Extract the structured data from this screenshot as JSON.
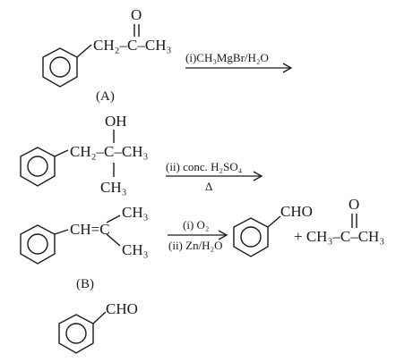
{
  "step1": {
    "chain": "CH₂–C–CH₃",
    "carbonyl_o": "O",
    "label": "(A)",
    "reagent": "(i)CH₃MgBr/H₂O"
  },
  "step2": {
    "oh": "OH",
    "chain": "CH₂–C–CH₃",
    "methyl": "CH₃",
    "reagent": "(ii) conc. H₂SO₄",
    "heat": "Δ"
  },
  "step3": {
    "alkene": "CH=C",
    "methyl_top": "CH₃",
    "methyl_bottom": "CH₃",
    "label": "(B)",
    "reagent_top": "(i) O₂",
    "reagent_bottom": "(ii) Zn/H₂O",
    "product1": "CHO",
    "plus_acetone": "+ CH₃–C–CH₃",
    "acetone_o": "O"
  },
  "step4": {
    "product": "CHO"
  }
}
